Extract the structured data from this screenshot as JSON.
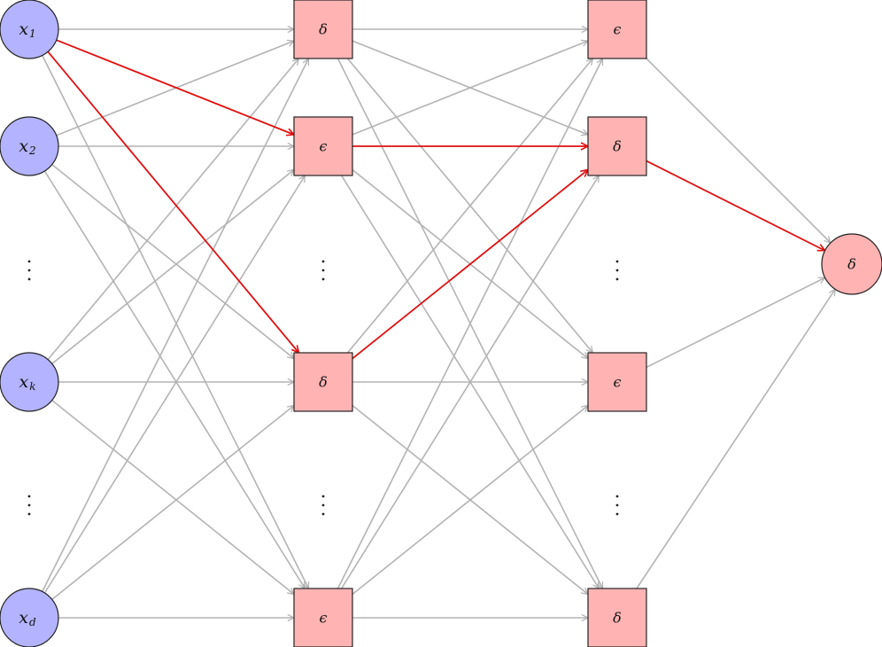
{
  "inputs": [
    {
      "id": "x1",
      "base": "x",
      "sub": "1"
    },
    {
      "id": "x2",
      "base": "x",
      "sub": "2"
    },
    {
      "id": "xk",
      "base": "x",
      "sub": "k"
    },
    {
      "id": "xd",
      "base": "x",
      "sub": "d"
    }
  ],
  "layer1": [
    {
      "id": "a1",
      "label": "δ"
    },
    {
      "id": "a2",
      "label": "ϵ"
    },
    {
      "id": "a3",
      "label": "δ"
    },
    {
      "id": "a4",
      "label": "ϵ"
    }
  ],
  "layer2": [
    {
      "id": "b1",
      "label": "ϵ"
    },
    {
      "id": "b2",
      "label": "δ"
    },
    {
      "id": "b3",
      "label": "ϵ"
    },
    {
      "id": "b4",
      "label": "δ"
    }
  ],
  "output": {
    "id": "out",
    "label": "δ"
  },
  "highlight_path": [
    "x1",
    "a2",
    "b2",
    "out"
  ],
  "highlight_extra": [
    [
      "x1",
      "a3"
    ],
    [
      "a3",
      "b2"
    ]
  ],
  "colors": {
    "edge": "#b3b3b3",
    "highlight": "#e01010",
    "input_fill": "#b3b3ff",
    "hidden_fill": "#ffb3b3",
    "output_fill": "#ffb3b3"
  }
}
